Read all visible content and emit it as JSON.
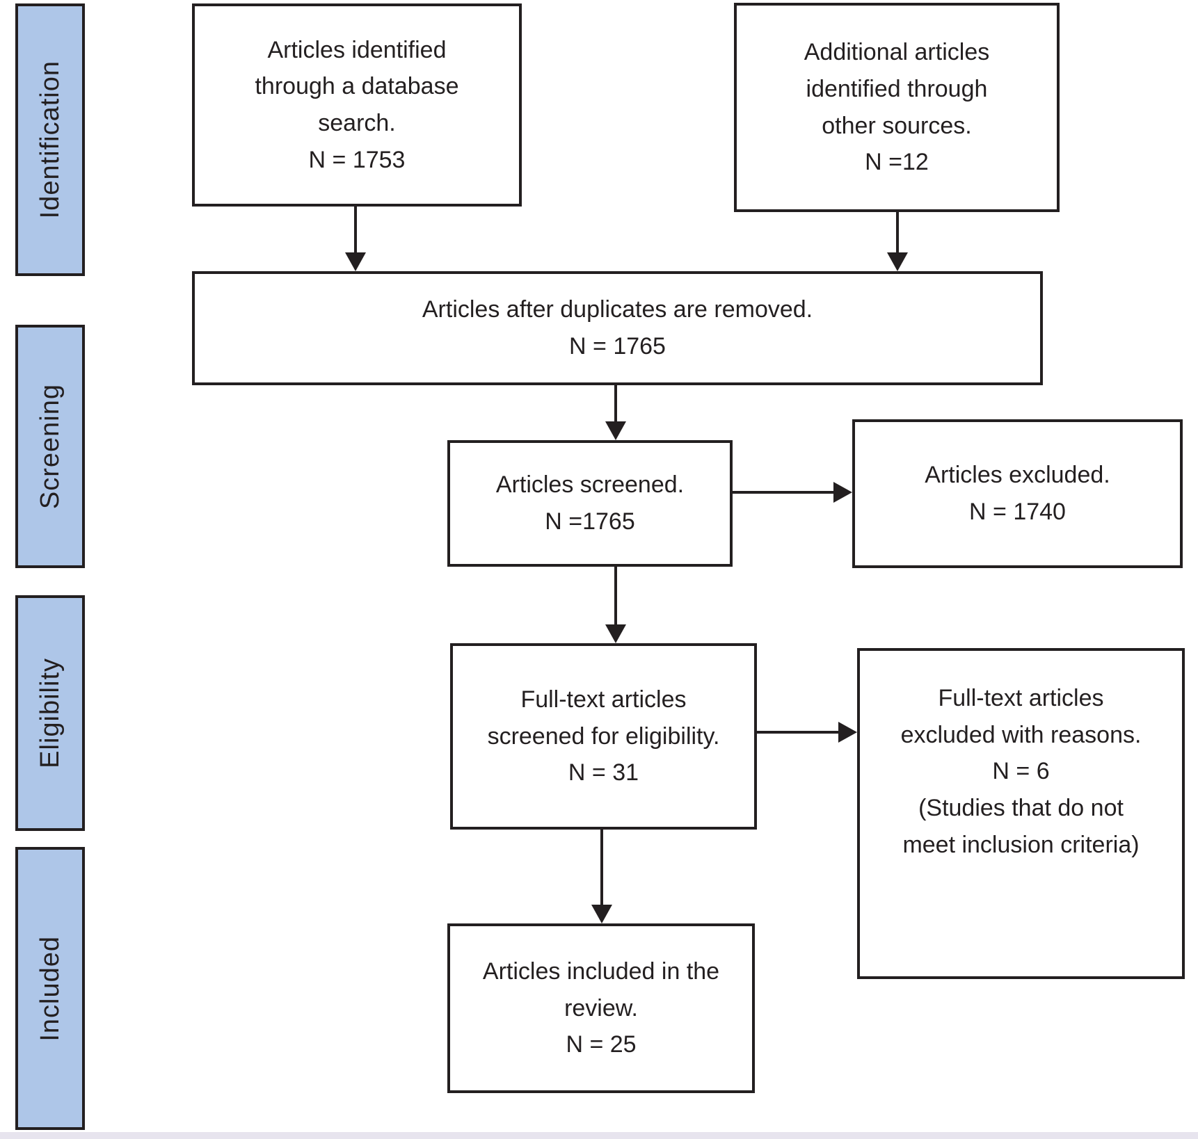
{
  "colors": {
    "stage-fill": "#aec6e8",
    "line": "#231f20",
    "text": "#231f20",
    "footer-strip": "#e7e4ee"
  },
  "stages": [
    {
      "label": "Identification"
    },
    {
      "label": "Screening"
    },
    {
      "label": "Eligibility"
    },
    {
      "label": "Included"
    }
  ],
  "boxes": {
    "identified": {
      "text": "Articles identified\nthrough a database\nsearch.\nN = 1753"
    },
    "additional": {
      "text": "Additional articles\nidentified through\nother sources.\nN =12"
    },
    "duplicates": {
      "text": "Articles after duplicates are removed.\nN = 1765"
    },
    "screened": {
      "text": "Articles screened.\nN =1765"
    },
    "excluded": {
      "text": "Articles excluded.\nN = 1740"
    },
    "fulltext": {
      "text": "Full-text articles\nscreened for eligibility.\nN = 31"
    },
    "fulltext_excluded": {
      "text": "Full-text articles\nexcluded with reasons.\nN = 6\n(Studies that do not\nmeet inclusion criteria)"
    },
    "included": {
      "text": "Articles included in the\nreview.\nN = 25"
    }
  },
  "counts": {
    "identified": 1753,
    "additional_sources": 12,
    "after_duplicates_removed": 1765,
    "screened": 1765,
    "excluded": 1740,
    "fulltext_screened": 31,
    "fulltext_excluded": 6,
    "included_in_review": 25
  }
}
